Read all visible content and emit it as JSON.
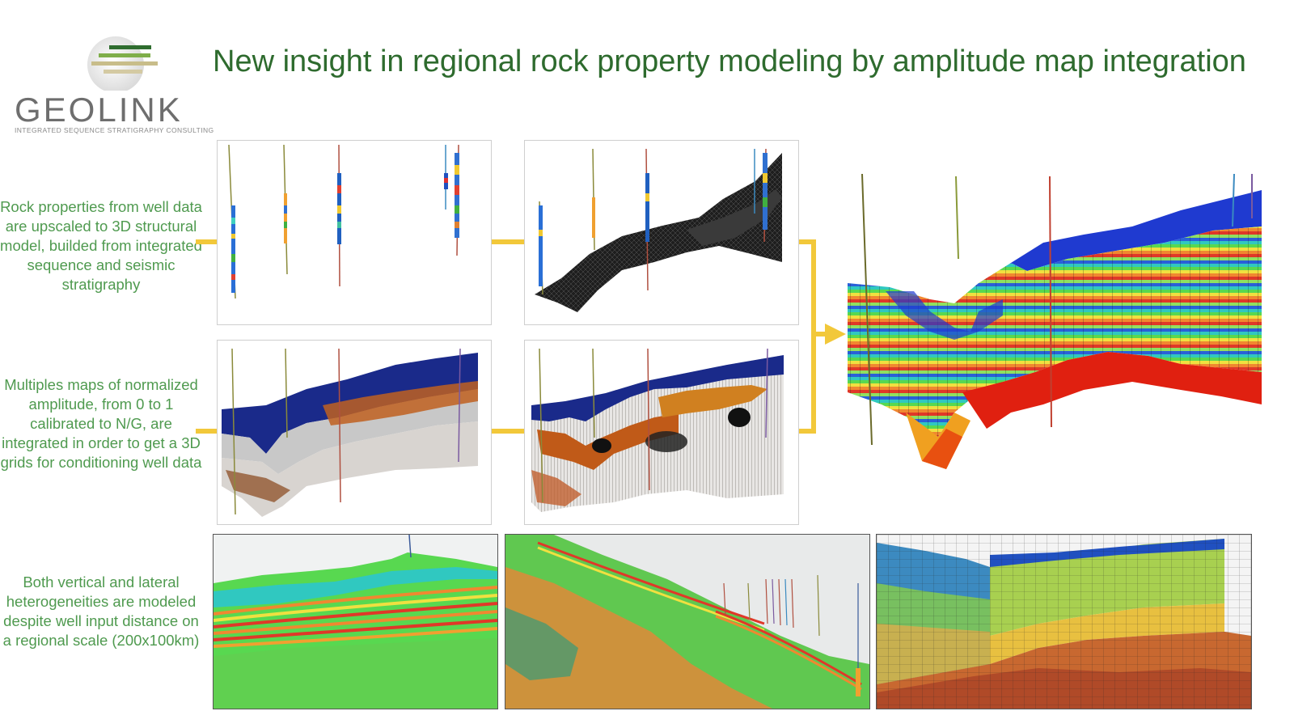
{
  "title": "New insight in regional rock property modeling by amplitude map integration",
  "logo": {
    "name": "GEOLINK",
    "tagline": "INTEGRATED SEQUENCE STRATIGRAPHY CONSULTING"
  },
  "captions": [
    "Rock properties from well data are upscaled to 3D structural model, builded from integrated sequence and seismic stratigraphy",
    "Multiples maps of normalized amplitude, from 0 to 1 calibrated to N/G, are integrated in order to get a 3D grids for conditioning well data",
    "Both vertical and lateral heterogeneities are modeled despite well input distance on a regional scale (200x100km)"
  ],
  "colors": {
    "title": "#2e6b2e",
    "caption": "#4f9a4f",
    "connector": "#f2c83a"
  }
}
